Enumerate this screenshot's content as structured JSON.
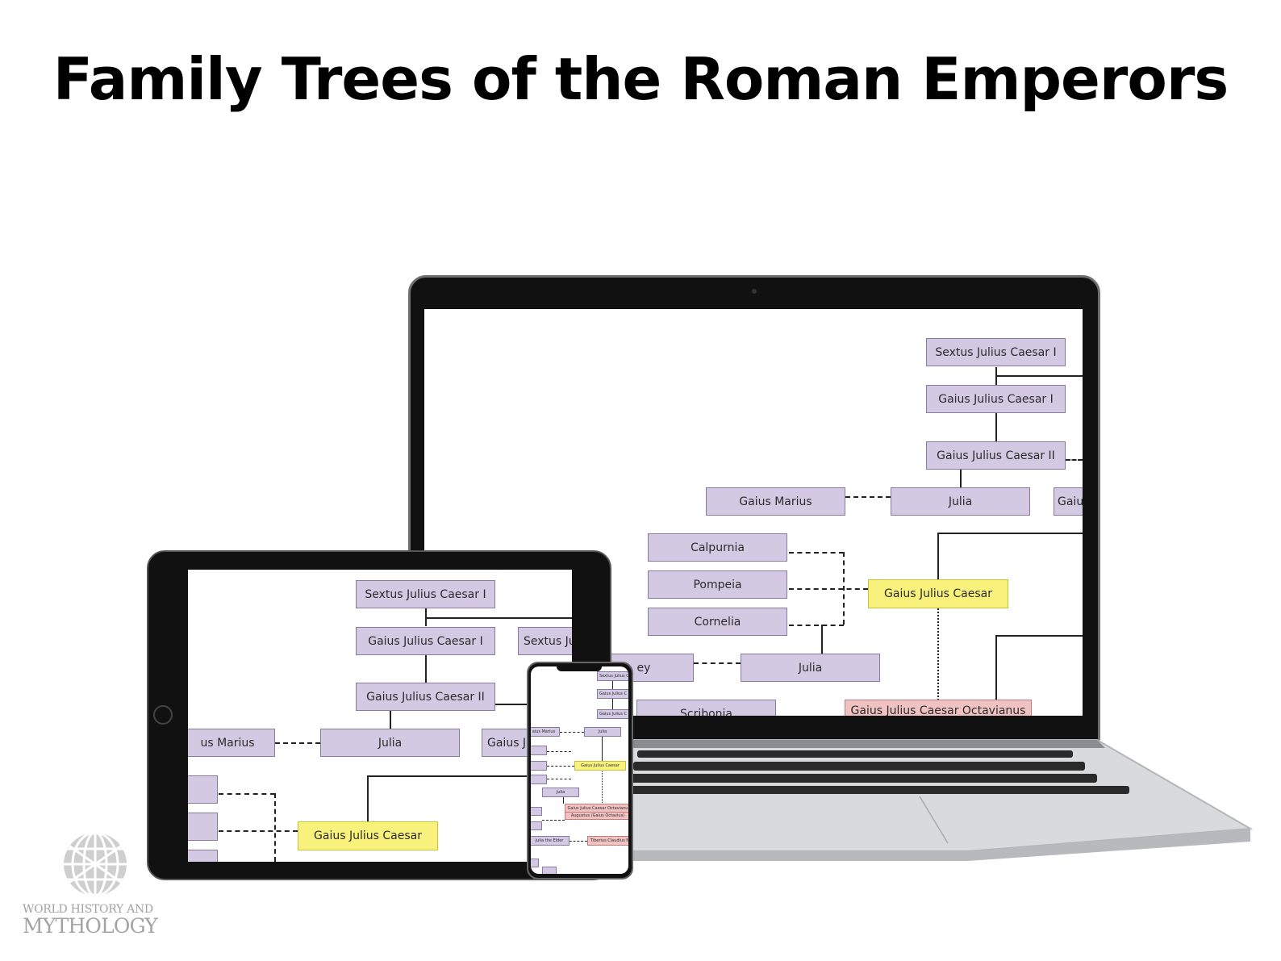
{
  "title": "Family Trees of the Roman Emperors",
  "brand": {
    "line1": "WORLD HISTORY AND",
    "line2": "MYTHOLOGY"
  },
  "laptop_tree": {
    "sextus_1": "Sextus Julius Caesar I",
    "gaius_1": "Gaius Julius Caesar I",
    "gaius_2": "Gaius Julius Caesar II",
    "gaius_marius": "Gaius Marius",
    "julia": "Julia",
    "gaiu_partial": "Gaiu",
    "calpurnia": "Calpurnia",
    "pompeia": "Pompeia",
    "cornelia": "Cornelia",
    "gaius_julius_caesar": "Gaius Julius Caesar",
    "pompey_partial": "ey",
    "julia_2": "Julia",
    "scribonia_partial": "Scribonia",
    "octavianus": "Gaius Julius Caesar Octavianus"
  },
  "tablet_tree": {
    "sextus_1": "Sextus Julius Caesar I",
    "gaius_1": "Gaius Julius Caesar I",
    "sextus_partial": "Sextus Ju",
    "gaius_2": "Gaius Julius Caesar II",
    "marius_partial": "us Marius",
    "julia": "Julia",
    "gaius_partial": "Gaius J",
    "gaius_julius_caesar": "Gaius Julius Caesar"
  },
  "phone_tree": {
    "sextus": "Sextus Julius C",
    "gaius_1": "Gaius Julius C",
    "gaius_2": "Gaius Julius C",
    "marius": "aius Marius",
    "julia": "Julia",
    "caesar": "Gaius Julius Caesar",
    "julia_2": "Julia",
    "octavianus": "Gaius Julius Caesar Octavianu",
    "augustus": "Augustus (Gaius Octavius)",
    "julia_elder": "Julia the Elder",
    "tiberius": "Tiberius Claudius N"
  },
  "colors": {
    "node": "#d4c9e2",
    "node_border": "#8a7aa2",
    "highlight": "#f8f27c",
    "emperor": "#f1c2c2"
  }
}
